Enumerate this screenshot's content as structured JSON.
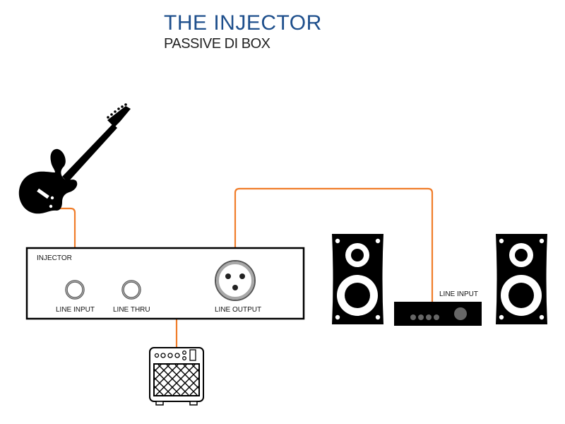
{
  "header": {
    "title": "THE INJECTOR",
    "subtitle": "PASSIVE DI BOX"
  },
  "di_box": {
    "name": "INJECTOR",
    "jacks": {
      "line_input": "LINE INPUT",
      "line_thru": "LINE THRU",
      "line_output": "LINE OUTPUT"
    }
  },
  "mixer": {
    "input_label": "LINE INPUT"
  },
  "colors": {
    "title": "#1e4f8c",
    "cable": "#f07d2a",
    "device": "#000000",
    "jack_ring": "#888888"
  },
  "icons": {
    "guitar": "electric-guitar-icon",
    "amp": "guitar-amplifier-icon",
    "speaker": "studio-monitor-icon",
    "mixer": "audio-interface-icon"
  }
}
